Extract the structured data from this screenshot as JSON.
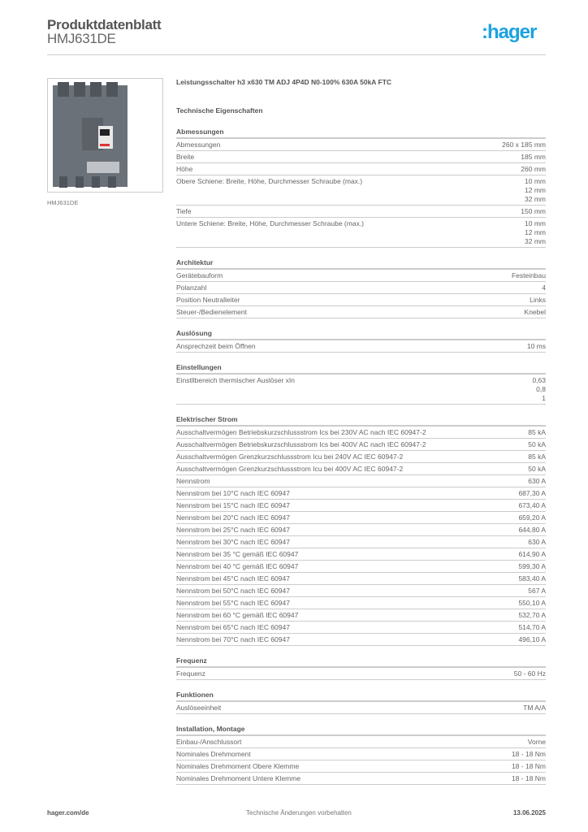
{
  "header": {
    "title": "Produktdatenblatt",
    "subtitle": "HMJ631DE",
    "logo": ":hager",
    "brand_color": "#1aa3e0"
  },
  "product": {
    "name": "Leistungsschalter h3 x630 TM ADJ 4P4D N0-100% 630A 50kA FTC",
    "image_caption": "HMJ631DE",
    "image": "circuit-breaker-photo"
  },
  "tech_heading": "Technische Eigenschaften",
  "sections": [
    {
      "title": "Abmessungen",
      "rows": [
        {
          "label": "Abmessungen",
          "value": "260 x 185 mm"
        },
        {
          "label": "Breite",
          "value": "185 mm"
        },
        {
          "label": "Höhe",
          "value": "260 mm"
        },
        {
          "label": "Obere Schiene: Breite, Höhe, Durchmesser Schraube (max.)",
          "value": "10 mm\n12 mm\n32 mm"
        },
        {
          "label": "Tiefe",
          "value": "150 mm"
        },
        {
          "label": "Untere Schiene: Breite, Höhe, Durchmesser Schraube (max.)",
          "value": "10 mm\n12 mm\n32 mm"
        }
      ]
    },
    {
      "title": "Architektur",
      "rows": [
        {
          "label": "Gerätebauform",
          "value": "Festeinbau"
        },
        {
          "label": "Polanzahl",
          "value": "4"
        },
        {
          "label": "Position Neutralleiter",
          "value": "Links"
        },
        {
          "label": "Steuer-/Bedienelement",
          "value": "Knebel"
        }
      ]
    },
    {
      "title": "Auslösung",
      "rows": [
        {
          "label": "Ansprechzeit beim Öffnen",
          "value": "10 ms"
        }
      ]
    },
    {
      "title": "Einstellungen",
      "rows": [
        {
          "label": "Einstllbereich thermischer Auslöser xIn",
          "value": "0,63\n0,8\n1"
        }
      ]
    },
    {
      "title": "Elektrischer Strom",
      "rows": [
        {
          "label": "Ausschaltvermögen Betriebskurzschlussstrom Ics bei 230V AC nach IEC 60947-2",
          "value": "85 kA"
        },
        {
          "label": "Ausschaltvermögen Betriebskurzschlussstrom Ics bei 400V AC nach IEC 60947-2",
          "value": "50 kA"
        },
        {
          "label": "Ausschaltvermögen Grenzkurzschlussstrom Icu bei 240V AC IEC 60947-2",
          "value": "85 kA"
        },
        {
          "label": "Ausschaltvermögen Grenzkurzschlussstrom Icu bei 400V AC IEC 60947-2",
          "value": "50 kA"
        },
        {
          "label": "Nennstrom",
          "value": "630 A"
        },
        {
          "label": "Nennstrom bei 10°C nach IEC 60947",
          "value": "687,30 A"
        },
        {
          "label": "Nennstrom bei 15°C nach IEC 60947",
          "value": "673,40 A"
        },
        {
          "label": "Nennstrom bei 20°C nach IEC 60947",
          "value": "659,20 A"
        },
        {
          "label": "Nennstrom bei 25°C nach IEC 60947",
          "value": "644,80 A"
        },
        {
          "label": "Nennstrom bei 30°C nach IEC 60947",
          "value": "630 A"
        },
        {
          "label": "Nennstrom bei 35 °C gemäß IEC 60947",
          "value": "614,90 A"
        },
        {
          "label": "Nennstrom bei 40 °C gemäß IEC 60947",
          "value": "599,30 A"
        },
        {
          "label": "Nennstrom bei 45°C nach IEC 60947",
          "value": "583,40 A"
        },
        {
          "label": "Nennstrom bei 50°C nach IEC 60947",
          "value": "567 A"
        },
        {
          "label": "Nennstrom bei 55°C nach IEC 60947",
          "value": "550,10 A"
        },
        {
          "label": "Nennstrom bei 60 °C gemäß IEC 60947",
          "value": "532,70 A"
        },
        {
          "label": "Nennstrom bei 65°C nach IEC 60947",
          "value": "514,70 A"
        },
        {
          "label": "Nennstrom bei 70°C nach IEC 60947",
          "value": "496,10 A"
        }
      ]
    },
    {
      "title": "Frequenz",
      "rows": [
        {
          "label": "Frequenz",
          "value": "50 - 60 Hz"
        }
      ]
    },
    {
      "title": "Funktionen",
      "rows": [
        {
          "label": "Auslöseeinheit",
          "value": "TM A/A"
        }
      ]
    },
    {
      "title": "Installation, Montage",
      "rows": [
        {
          "label": "Einbau-/Anschlussort",
          "value": "Vorne"
        },
        {
          "label": "Nominales Drehmoment",
          "value": "18 - 18 Nm"
        },
        {
          "label": "Nominales Drehmoment Obere Klemme",
          "value": "18 - 18 Nm"
        },
        {
          "label": "Nominales Drehmoment Untere Klemme",
          "value": "18 - 18 Nm"
        }
      ]
    }
  ],
  "footer": {
    "website": "hager.com/de",
    "notice": "Technische Änderungen vorbehalten",
    "date": "13.06.2025"
  }
}
